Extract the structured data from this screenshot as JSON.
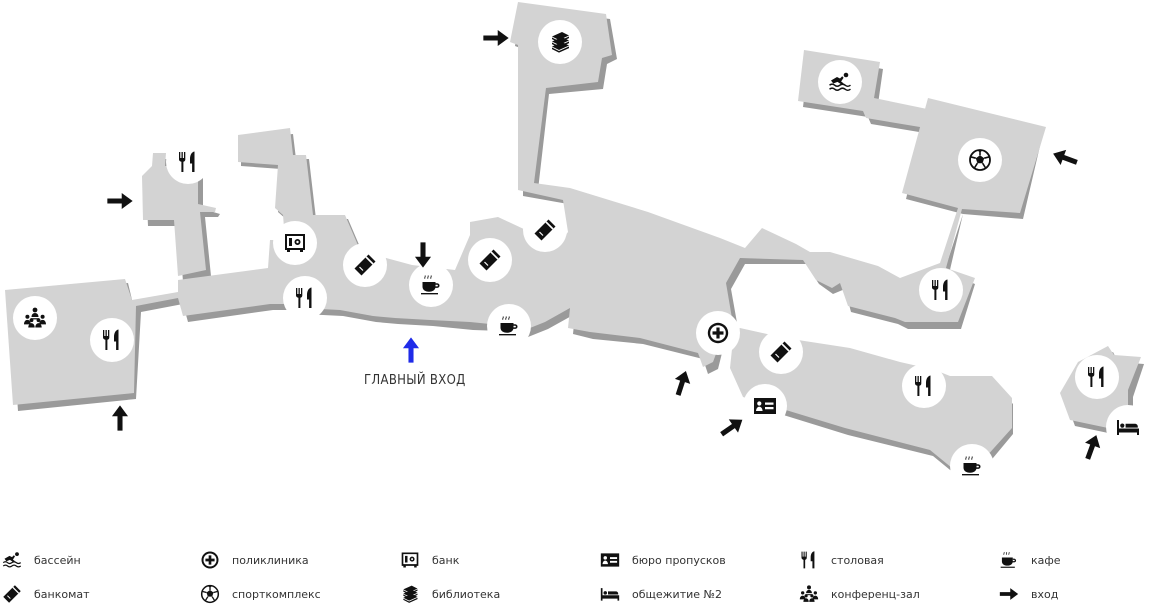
{
  "main_entrance": {
    "label": "ГЛАВНЫЙ ВХОД",
    "arrow_color": "#1f2be8"
  },
  "colors": {
    "building": "#d3d3d3",
    "shadow": "#9a9a9a",
    "icon": "#111111",
    "background": "#ffffff"
  },
  "map_icons": [
    "canteen-icon",
    "bank-icon",
    "atm-icon",
    "cafe-icon",
    "conference-hall-icon",
    "library-icon",
    "pool-icon",
    "sports-complex-icon",
    "clinic-icon",
    "pass-bureau-icon",
    "dormitory-icon",
    "entrance-arrow-icon"
  ],
  "legend": {
    "items": [
      {
        "icon": "pool-icon",
        "label": "бассейн"
      },
      {
        "icon": "clinic-icon",
        "label": "поликлиника"
      },
      {
        "icon": "bank-icon",
        "label": "банк"
      },
      {
        "icon": "pass-bureau-icon",
        "label": "бюро пропусков"
      },
      {
        "icon": "canteen-icon",
        "label": "столовая"
      },
      {
        "icon": "cafe-icon",
        "label": "кафе"
      },
      {
        "icon": "atm-icon",
        "label": "банкомат"
      },
      {
        "icon": "sports-complex-icon",
        "label": "спорткомплекс"
      },
      {
        "icon": "library-icon",
        "label": "библиотека"
      },
      {
        "icon": "dormitory-icon",
        "label": "общежитие №2"
      },
      {
        "icon": "conference-hall-icon",
        "label": "конференц-зал"
      },
      {
        "icon": "entrance-arrow-icon",
        "label": "вход"
      }
    ]
  }
}
